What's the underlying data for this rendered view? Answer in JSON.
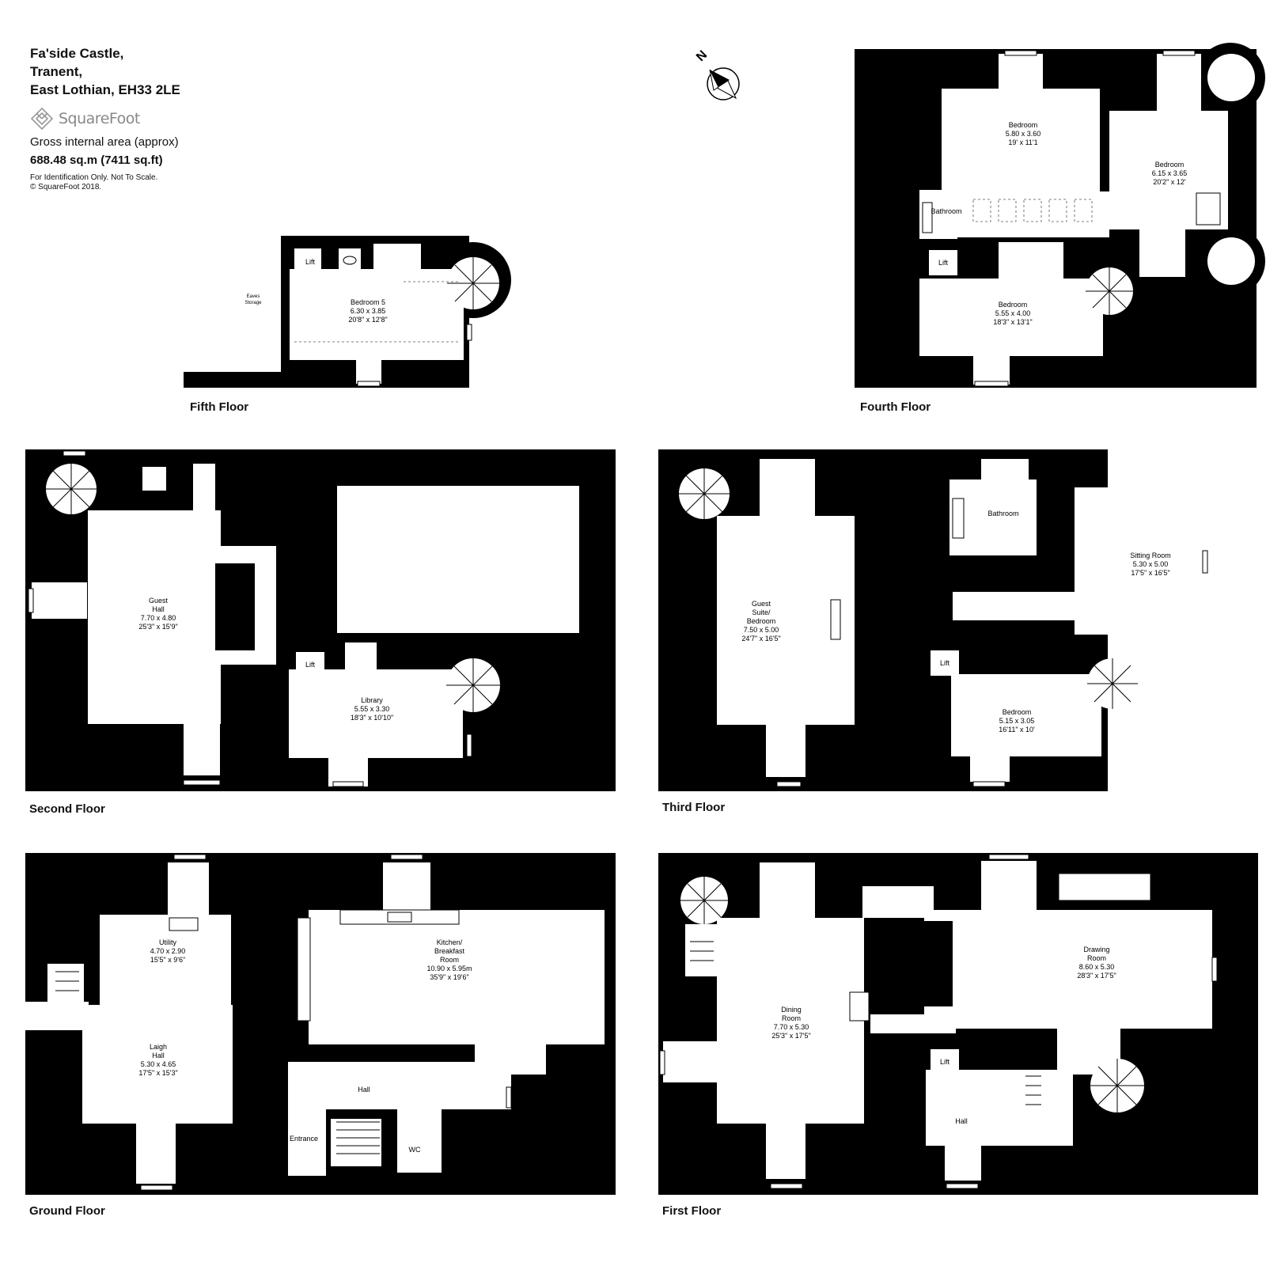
{
  "header": {
    "address_line1": "Fa'side Castle,",
    "address_line2": "Tranent,",
    "address_line3": "East Lothian, EH33 2LE",
    "brand": "SquareFoot",
    "gia_label": "Gross internal area (approx)",
    "gia_value": "688.48 sq.m (7411 sq.ft)",
    "note_line1": "For Identification Only. Not To Scale.",
    "note_line2": "© SquareFoot 2018."
  },
  "compass": {
    "letter": "N"
  },
  "floors": {
    "fifth": "Fifth Floor",
    "fourth": "Fourth Floor",
    "third": "Third Floor",
    "second": "Second Floor",
    "first": "First Floor",
    "ground": "Ground Floor"
  },
  "rooms": {
    "fifth_bedroom5": {
      "name": "Bedroom 5",
      "metric": "6.30 x 3.85",
      "imperial": "20'8\" x 12'8\""
    },
    "fifth_lift": {
      "name": "Lift"
    },
    "fifth_eaves": {
      "line1": "Eaves",
      "line2": "Storage"
    },
    "fourth_bed_a": {
      "name": "Bedroom",
      "metric": "5.80 x 3.60",
      "imperial": "19' x 11'1"
    },
    "fourth_bed_b": {
      "name": "Bedroom",
      "metric": "6.15 x 3.65",
      "imperial": "20'2\" x 12'"
    },
    "fourth_bed_c": {
      "name": "Bedroom",
      "metric": "5.55 x 4.00",
      "imperial": "18'3\" x 13'1\""
    },
    "fourth_bath": {
      "name": "Bathroom"
    },
    "fourth_lift": {
      "name": "Lift"
    },
    "second_guest_hall": {
      "line1": "Guest",
      "line2": "Hall",
      "metric": "7.70 x 4.80",
      "imperial": "25'3\" x 15'9\""
    },
    "second_library": {
      "name": "Library",
      "metric": "5.55 x 3.30",
      "imperial": "18'3\" x 10'10\""
    },
    "second_lift": {
      "name": "Lift"
    },
    "third_guest": {
      "line1": "Guest",
      "line2": "Suite/",
      "line3": "Bedroom",
      "metric": "7.50 x 5.00",
      "imperial": "24'7\" x 16'5\""
    },
    "third_bath": {
      "name": "Bathroom"
    },
    "third_sitting": {
      "name": "Sitting Room",
      "metric": "5.30 x 5.00",
      "imperial": "17'5\" x 16'5\""
    },
    "third_bed": {
      "name": "Bedroom",
      "metric": "5.15 x 3.05",
      "imperial": "16'11\" x 10'"
    },
    "third_lift": {
      "name": "Lift"
    },
    "ground_utility": {
      "name": "Utility",
      "metric": "4.70 x 2.90",
      "imperial": "15'5\" x 9'6\""
    },
    "ground_kitchen": {
      "line1": "Kitchen/",
      "line2": "Breakfast",
      "line3": "Room",
      "metric": "10.90 x 5.95m",
      "imperial": "35'9\" x 19'6\""
    },
    "ground_laigh": {
      "line1": "Laigh",
      "line2": "Hall",
      "metric": "5.30 x 4.65",
      "imperial": "17'5\" x 15'3\""
    },
    "ground_hall": {
      "name": "Hall"
    },
    "ground_entrance": {
      "name": "Entrance"
    },
    "ground_wc": {
      "name": "WC"
    },
    "first_dining": {
      "line1": "Dining",
      "line2": "Room",
      "metric": "7.70 x 5.30",
      "imperial": "25'3\" x 17'5\""
    },
    "first_drawing": {
      "line1": "Drawing",
      "line2": "Room",
      "metric": "8.60 x 5.30",
      "imperial": "28'3\" x 17'5\""
    },
    "first_hall": {
      "name": "Hall"
    },
    "first_lift": {
      "name": "Lift"
    }
  }
}
